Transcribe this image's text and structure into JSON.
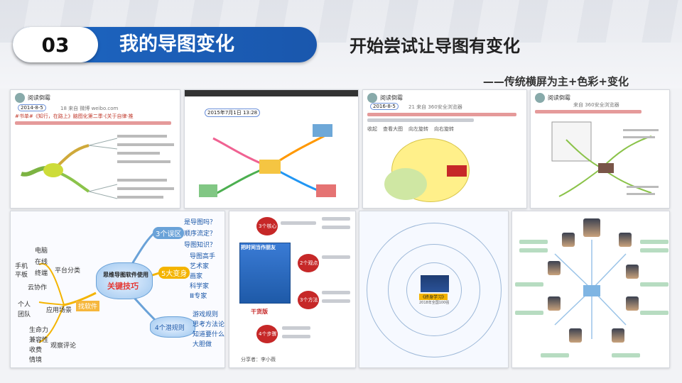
{
  "header": {
    "number": "03",
    "title": "我的导图变化",
    "subtitle": "开始尝试让导图有变化",
    "caption": "——传统横屏为主+色彩+变化"
  },
  "screenshots": {
    "s1": {
      "user": "阅读倒霉",
      "date": "2014-8-5",
      "meta": "18 来自 微博 weibo.com",
      "post": "#书单#《知行，在路上》脑图化第二季·《关于自律·推"
    },
    "s2": {
      "date": "2015年7月1日 13:28"
    },
    "s3": {
      "user": "阅读倒霉",
      "date": "2016-8-5",
      "meta": "21 来自 360安全浏览器",
      "actions": [
        "收起",
        "查看大图",
        "向左旋转",
        "向右旋转"
      ]
    },
    "s4": {
      "user": "阅读倒霉",
      "meta": "来自 360安全浏览器"
    },
    "s5": {
      "center": "思维导图软件使用",
      "center_highlight": "关键技巧",
      "branch_find": "找软件",
      "left_nodes": [
        "电脑",
        "手机",
        "在线",
        "平板",
        "终端",
        "平台分类",
        "云协作",
        "个人",
        "团队",
        "应用场景",
        "生命力",
        "兼容性",
        "收费",
        "情境",
        "观察评论"
      ],
      "branch_3": "3个误区",
      "nodes_3": [
        "是导图吗？",
        "顺序流定？",
        "导图知识？"
      ],
      "branch_5": "5大变身",
      "nodes_5": [
        "导图高手",
        "艺术家",
        "画家",
        "科学家",
        "Ⅲ专家"
      ],
      "branch_4": "4个潜规则",
      "nodes_4": [
        "游戏规则",
        "思考方法论",
        "知道要什么",
        "大胆做"
      ]
    },
    "s6": {
      "book_title": "把时间当作朋友",
      "book_label": "干货版",
      "bubble_1": "3个核心",
      "bubble_2": "2个观点",
      "bubble_3": "3个方法",
      "bubble_4": "4个步骤",
      "footer": "分享者：李小薇"
    },
    "s7": {
      "center": "《终身学习》",
      "center_sub": "2018年全国100强"
    },
    "s8": {}
  }
}
